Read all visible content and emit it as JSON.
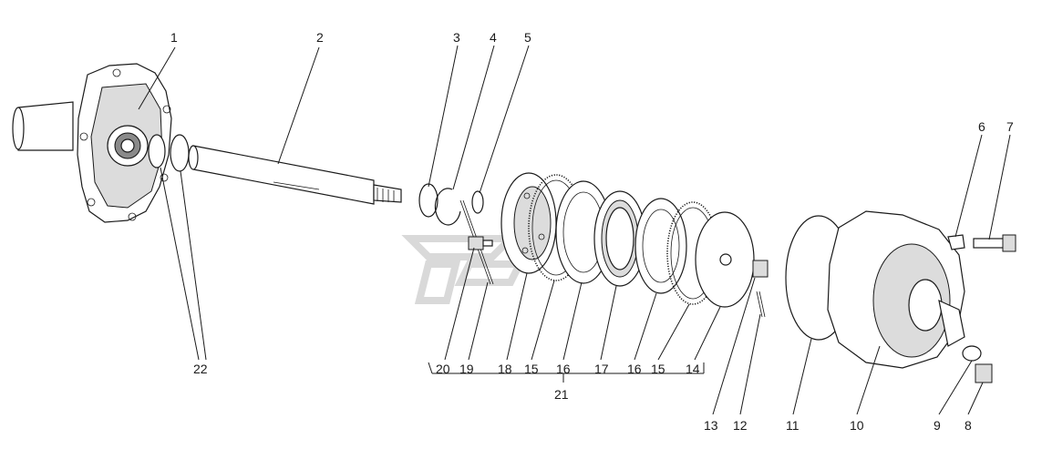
{
  "labels": {
    "p1": "1",
    "p2": "2",
    "p3": "3",
    "p4": "4",
    "p5": "5",
    "p6": "6",
    "p7": "7",
    "p8": "8",
    "p9": "9",
    "p10": "10",
    "p11": "11",
    "p12": "12",
    "p13": "13",
    "p14": "14",
    "p15a": "15",
    "p15b": "15",
    "p16a": "16",
    "p16b": "16",
    "p17": "17",
    "p18": "18",
    "p19": "19",
    "p20": "20",
    "p21": "21",
    "p22": "22"
  },
  "colors": {
    "line": "#1a1a1a",
    "shade": "#dcdcdc",
    "watermark": "#d9d9d9"
  }
}
